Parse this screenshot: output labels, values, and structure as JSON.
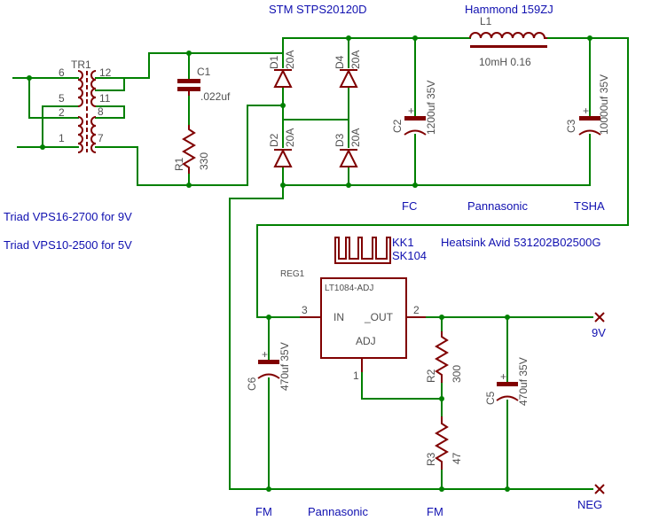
{
  "header": {
    "diode_part": "STM STPS20120D",
    "inductor_part": "Hammond 159ZJ"
  },
  "transformer": {
    "ref": "TR1",
    "pins": [
      "6",
      "12",
      "5",
      "11",
      "2",
      "8",
      "1",
      "7"
    ],
    "note_9v": "Triad VPS16-2700  for 9V",
    "note_5v": "Triad VPS10-2500 for 5V"
  },
  "snubber": {
    "c1_ref": "C1",
    "c1_value": ".022uf",
    "r1_ref": "R1",
    "r1_value": "330"
  },
  "diodes": [
    {
      "ref": "D1",
      "rating": "20A"
    },
    {
      "ref": "D2",
      "rating": "20A"
    },
    {
      "ref": "D3",
      "rating": "20A"
    },
    {
      "ref": "D4",
      "rating": "20A"
    }
  ],
  "filter": {
    "l1_ref": "L1",
    "l1_value": "10mH 0.16",
    "c2_ref": "C2",
    "c2_value": "1200uf 35V",
    "c3_ref": "C3",
    "c3_value": "10000uf 35V",
    "plus": "+"
  },
  "brands": {
    "fc": "FC",
    "pannasonic_top": "Pannasonic",
    "tsha": "TSHA",
    "fm_left": "FM",
    "pannasonic_bottom": "Pannasonic",
    "fm_right": "FM"
  },
  "heatsink": {
    "kk_ref": "KK1",
    "sk": "SK104",
    "note": "Heatsink Avid 531202B02500G"
  },
  "regulator": {
    "ref": "REG1",
    "chip": "LT1084-ADJ",
    "in_label": "IN",
    "out_label": "_OUT",
    "adj_label": "ADJ",
    "pin_in": "3",
    "pin_out": "2",
    "pin_adj": "1"
  },
  "output": {
    "r2_ref": "R2",
    "r2_value": "300",
    "r3_ref": "R3",
    "r3_value": "47",
    "c5_ref": "C5",
    "c5_value": "470uf 35V",
    "c6_ref": "C6",
    "c6_value": "470uf 35V",
    "plus": "+"
  },
  "terminals": {
    "positive": "9V",
    "negative": "NEG"
  },
  "colors": {
    "wire": "#008000",
    "component": "#800000",
    "label": "#1010b0",
    "ref_text": "#505050"
  }
}
